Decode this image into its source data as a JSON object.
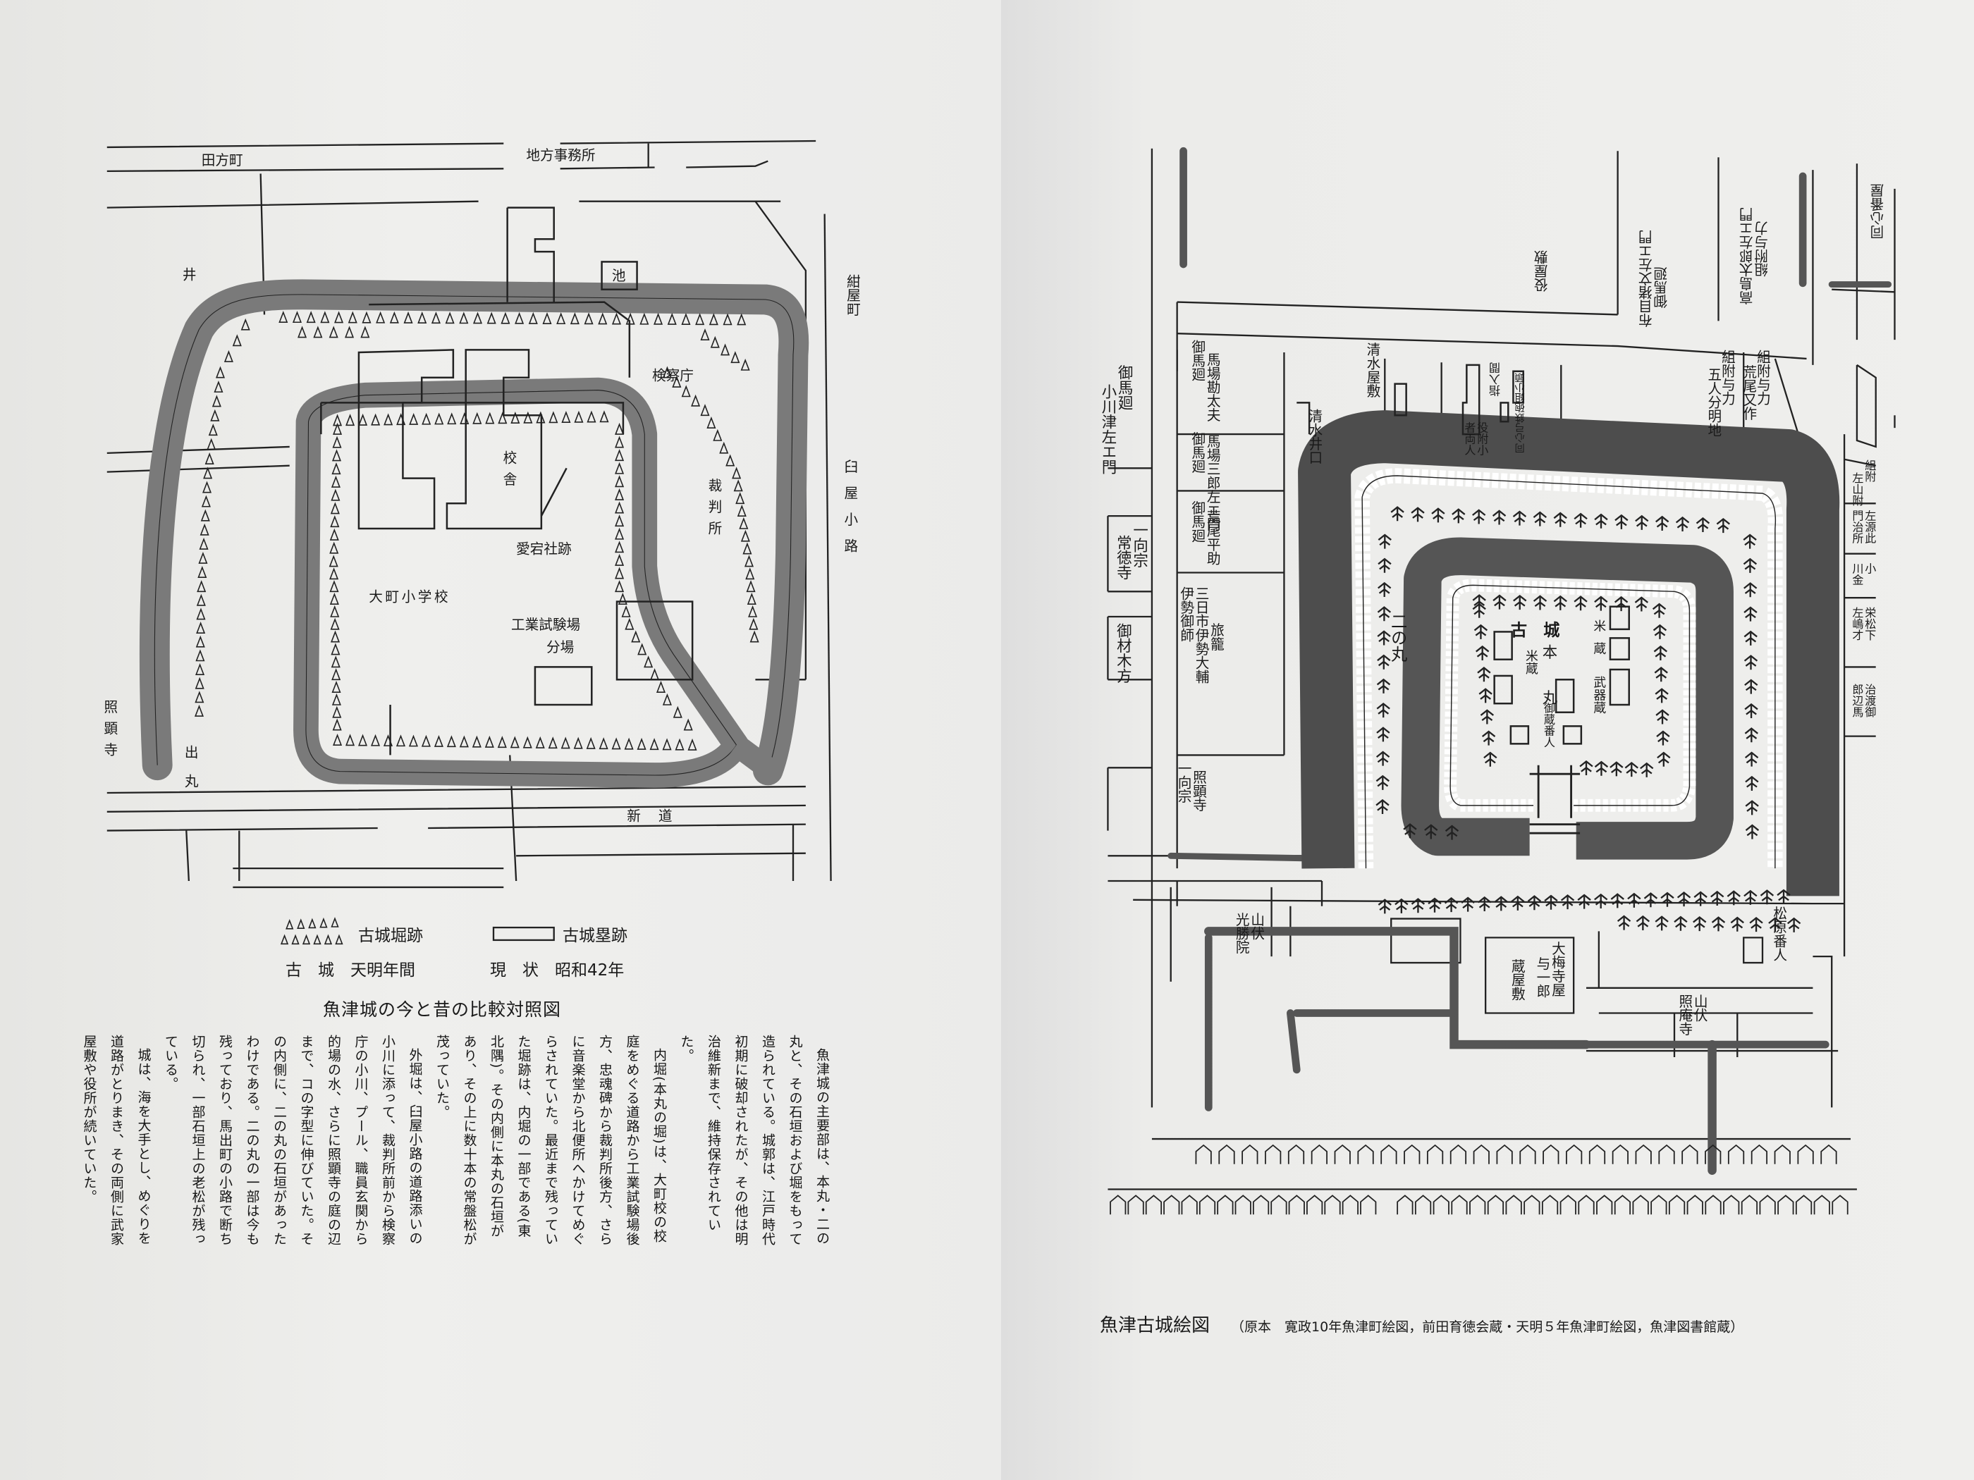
{
  "left_map": {
    "labels": {
      "tagata_machi": "田方町",
      "chiho_jimusho": "地方事務所",
      "well": "井",
      "pond": "池",
      "konya_machi": "紺屋町",
      "kensatsucho": "検察庁",
      "usuya_koji": "臼屋小路",
      "kosha": "校舎",
      "saibansho": "裁判所",
      "atago_shrine": "愛宕社跡",
      "omachi_school": "大町小学校",
      "kogyo_shikenjo": "工業試験場",
      "bunjo": "分場",
      "shokenji": "照顕寺",
      "demaru": "出丸",
      "shindo": "新道"
    },
    "legend": {
      "moat_label": "古城堀跡",
      "rampart_label": "古城塁跡",
      "old_castle": "古　城　天明年間",
      "current_state": "現　状　昭和42年"
    },
    "caption": "魚津城の今と昔の比較対照図"
  },
  "body_paragraphs": [
    "魚津城の主要部は、本丸・二の丸と、その石垣および堀をもって造られている。城郭は、江戸時代初期に破却されたが、その他は明治維新まで、維持保存されていた。",
    "内堀(本丸の堀)は、大町校の校庭をめぐる道路から工業試験場後方、忠魂碑から裁判所後方、さらに音楽堂から北便所へかけてめぐらされていた。最近まで残っていた堀跡は、内堀の一部である(東北隅)。その内側に本丸の石垣があり、その上に数十本の常盤松が茂っていた。",
    "外堀は、臼屋小路の道路添いの小川に添って、裁判所前から検察庁の小川、プール、職員玄関から的場の水、さらに照顕寺の庭の辺まで、コの字型に伸びていた。その内側に、二の丸の石垣があったわけである。二の丸の一部は今も残っており、馬出町の小路で断ち切られ、一部石垣上の老松が残っている。",
    "城は、海を大手とし、めぐりを道路がとりまき、その両側に武家屋敷や役所が続いていた。"
  ],
  "right_map": {
    "labels": {
      "doshin_banya": "同心番屋",
      "takashima_a": "組附与力",
      "takashima_b": "高島太郎左エ門",
      "nunome_a": "御馬廻",
      "nunome_b": "布目猪文左エ門",
      "yakuyashiki": "役屋敷",
      "baba_kandayu_a": "御馬廻",
      "baba_kandayu_b": "馬場勘太夫",
      "shimizu_yashiki": "清水屋敷",
      "yakuzuke_a": "役附小",
      "yakuzuke_b": "者両人",
      "doshin_teppo": "同心弓鉄砲組小頭",
      "kumigashira": "指入間",
      "shimizu_iguchi": "清水井口",
      "gonin_a": "組附与力",
      "gonin_b": "五人分明地",
      "arao_a": "組附与力",
      "arao_b": "荒尾又作",
      "ogawa_a": "御馬廻",
      "ogawa_b": "小川津左エ門",
      "baba_saburo_a": "御馬廻",
      "baba_saburo_b": "馬場三郎左エ門",
      "jotokuji_a": "一向宗",
      "jotokuji_b": "常徳寺",
      "arao_heisuke_a": "御馬廻",
      "arao_heisuke_b": "荒尾平助",
      "ise_a": "伊勢御師",
      "ise_b": "三日市伊勢大輔",
      "ise_c": "旅籠",
      "zaimokukata": "御材木方",
      "shokenji_a": "一向宗",
      "shokenji_b": "照顕寺",
      "ninomaru": "二の丸",
      "kojo": "古　城",
      "honmaru": "本　丸",
      "komegura_1": "米蔵",
      "komegura_2": "米蔵",
      "bukigura": "武器蔵",
      "okura_bannin": "御蔵番人",
      "e1_a": "組附",
      "e1_b": "左山附",
      "e2_a": "左源此",
      "e2_b": "門治所",
      "e3_a": "小",
      "e3_b": "川金",
      "e4_a": "栄松下",
      "e4_b": "左嶋才",
      "e5_a": "治渡御",
      "e5_b": "郎辺馬",
      "koshoin_a": "山伏",
      "koshoin_b": "光勝院",
      "daibaiji_a": "大梅寺屋",
      "daibaiji_b": "与一郎",
      "kurayashiki": "蔵屋敷",
      "matsubara": "松原番人",
      "shoanji_a": "山伏",
      "shoanji_b": "照庵寺"
    },
    "caption_title": "魚津古城絵図",
    "caption_source": "（原本　寛政10年魚津町絵図，前田育徳会蔵・天明５年魚津町絵図，魚津図書館蔵）"
  },
  "colors": {
    "moat_left": "#7a7a7a",
    "moat_right": "#4d4d4d",
    "ink": "#1a1a1a",
    "paper": "#ececea"
  }
}
